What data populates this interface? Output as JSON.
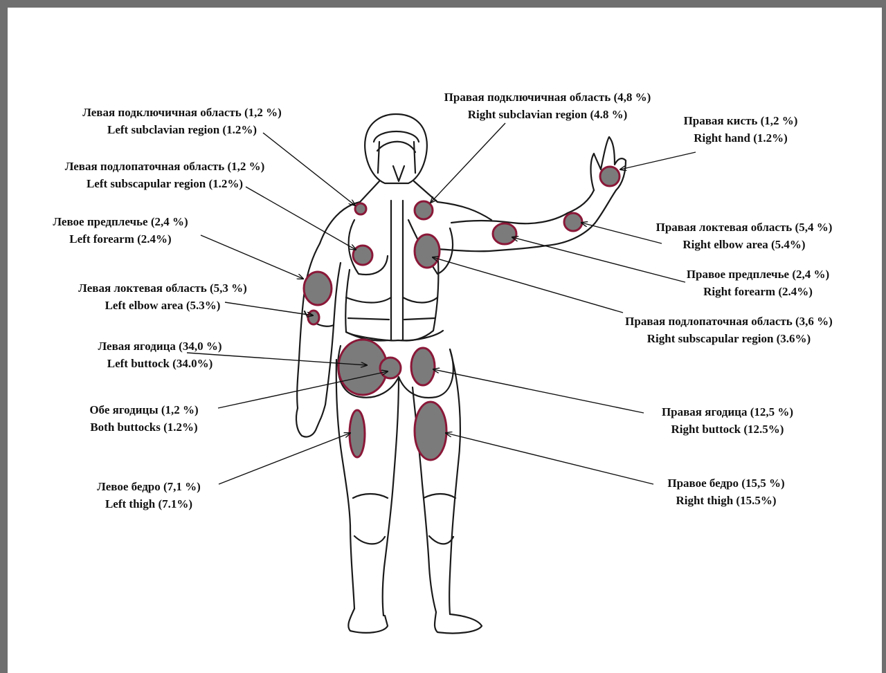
{
  "colors": {
    "frame": "#6f6f6f",
    "spot_fill": "#7b7b7b",
    "spot_outline": "#8a1838",
    "text": "#111111"
  },
  "labels": {
    "left_subclavian": {
      "ru": "Левая подключичная область  (1,2 %)",
      "en": "Left subclavian region (1.2%)"
    },
    "left_subscapular": {
      "ru": "Левая подлопаточная область (1,2 %)",
      "en": "Left subscapular region (1.2%)"
    },
    "left_forearm": {
      "ru": "Левое предплечье (2,4 %)",
      "en": "Left forearm (2.4%)"
    },
    "left_elbow": {
      "ru": "Левая локтевая область (5,3 %)",
      "en": "Left elbow area (5.3%)"
    },
    "left_buttock": {
      "ru": "Левая ягодица (34,0 %)",
      "en": "Left buttock (34.0%)"
    },
    "both_buttocks": {
      "ru": "Обе ягодицы (1,2 %)",
      "en": "Both buttocks (1.2%)"
    },
    "left_thigh": {
      "ru": "Левое бедро (7,1 %)",
      "en": "Left thigh (7.1%)"
    },
    "right_subclavian": {
      "ru": "Правая подключичная область (4,8 %)",
      "en": "Right subclavian region (4.8 %)"
    },
    "right_hand": {
      "ru": "Правая кисть (1,2 %)",
      "en": "Right hand (1.2%)"
    },
    "right_elbow": {
      "ru": "Правая локтевая область (5,4 %)",
      "en": "Right elbow area (5.4%)"
    },
    "right_forearm": {
      "ru": "Правое предплечье (2,4 %)",
      "en": "Right forearm (2.4%)"
    },
    "right_subscapular": {
      "ru": "Правая подлопаточная область (3,6 %)",
      "en": "Right subscapular region (3.6%)"
    },
    "right_buttock": {
      "ru": "Правая ягодица (12,5 %)",
      "en": "Right buttock (12.5%)"
    },
    "right_thigh": {
      "ru": "Правое бедро (15,5 %)",
      "en": "Right thigh (15.5%)"
    }
  }
}
